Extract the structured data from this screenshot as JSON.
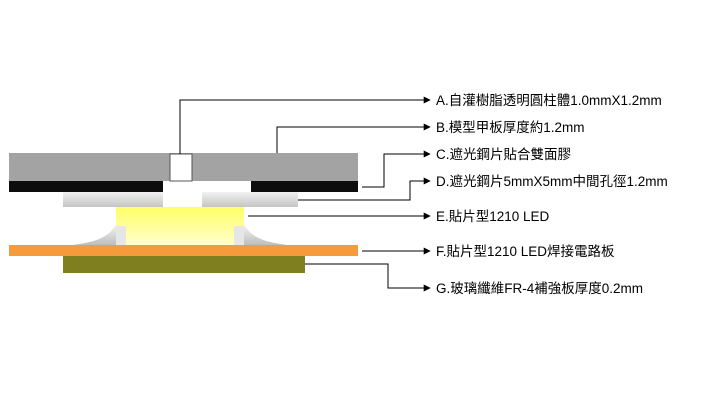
{
  "labels": [
    {
      "id": "A",
      "text": "A.自灌樹脂透明圓柱體1.0mmX1.2mm"
    },
    {
      "id": "B",
      "text": "B.模型甲板厚度約1.2mm"
    },
    {
      "id": "C",
      "text": "C.遮光鋼片貼合雙面膠"
    },
    {
      "id": "D",
      "text": "D.遮光鋼片5mmX5mm中間孔徑1.2mm"
    },
    {
      "id": "E",
      "text": "E.貼片型1210 LED"
    },
    {
      "id": "F",
      "text": "F.貼片型1210 LED焊接電路板"
    },
    {
      "id": "G",
      "text": "G.玻璃纖維FR-4補強板厚度0.2mm"
    }
  ],
  "colors": {
    "deck_plate": "#a3a3a3",
    "adhesive_tape": "#0d0d0d",
    "steel_shim": "#d9d9d9",
    "led": "#ffff99",
    "pcb": "#f59b3b",
    "fr4": "#7f7f1f",
    "resin_cylinder": "#ffffff"
  }
}
